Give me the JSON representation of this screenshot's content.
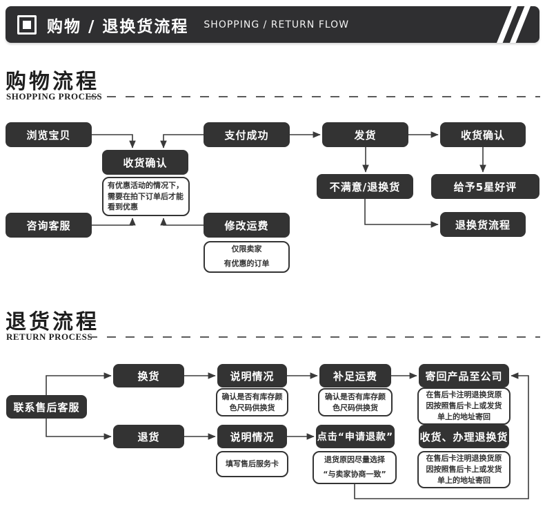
{
  "header": {
    "icon": "square-bullet",
    "title_zh": "购物 / 退换货流程",
    "title_en": "SHOPPING / RETURN FLOW"
  },
  "colors": {
    "box_bg": "#333333",
    "box_text": "#ffffff",
    "line": "#3a3a3a",
    "header_bg": "#2f2f31",
    "note_border": "#333333"
  },
  "shopping_section": {
    "heading_zh": "购物流程",
    "heading_en": "SHOPPING PROCESS",
    "nodes": {
      "browse": "浏览宝贝",
      "confirm_mid": "收货确认",
      "consult": "咨询客服",
      "pay": "支付成功",
      "modify_fee": "修改运费",
      "ship": "发货",
      "unsatisfied": "不满意/退换货",
      "confirm_right": "收货确认",
      "five_star": "给予5星好评",
      "return_flow": "退换货流程"
    },
    "notes": {
      "discount": "有优惠活动的情况下，需要在拍下订单后才能看到优惠",
      "seller_only_line1": "仅限卖家",
      "seller_only_line2": "有优惠的订单"
    }
  },
  "return_section": {
    "heading_zh": "退货流程",
    "heading_en": "RETURN PROCESS",
    "nodes": {
      "contact": "联系售后客服",
      "exchange": "换货",
      "explain_top": "说明情况",
      "add_fee": "补足运费",
      "send_back": "寄回产品至公司",
      "return_goods": "退货",
      "explain_bottom": "说明情况",
      "apply_refund": "点击“申请退款”",
      "receive_handle": "收货、办理退换货"
    },
    "notes": {
      "stock_top": "确认是否有库存颜色尺码供换货",
      "stock_mid": "确认是否有库存颜色尺码供换货",
      "card_top": "在售后卡注明退换货原因按照售后卡上或发货单上的地址寄回",
      "fill_card": "填写售后服务卡",
      "reason_line1": "退货原因尽量选择",
      "reason_line2": "“与卖家协商一致”",
      "card_bottom": "在售后卡注明退换货原因按照售后卡上或发货单上的地址寄回"
    }
  }
}
